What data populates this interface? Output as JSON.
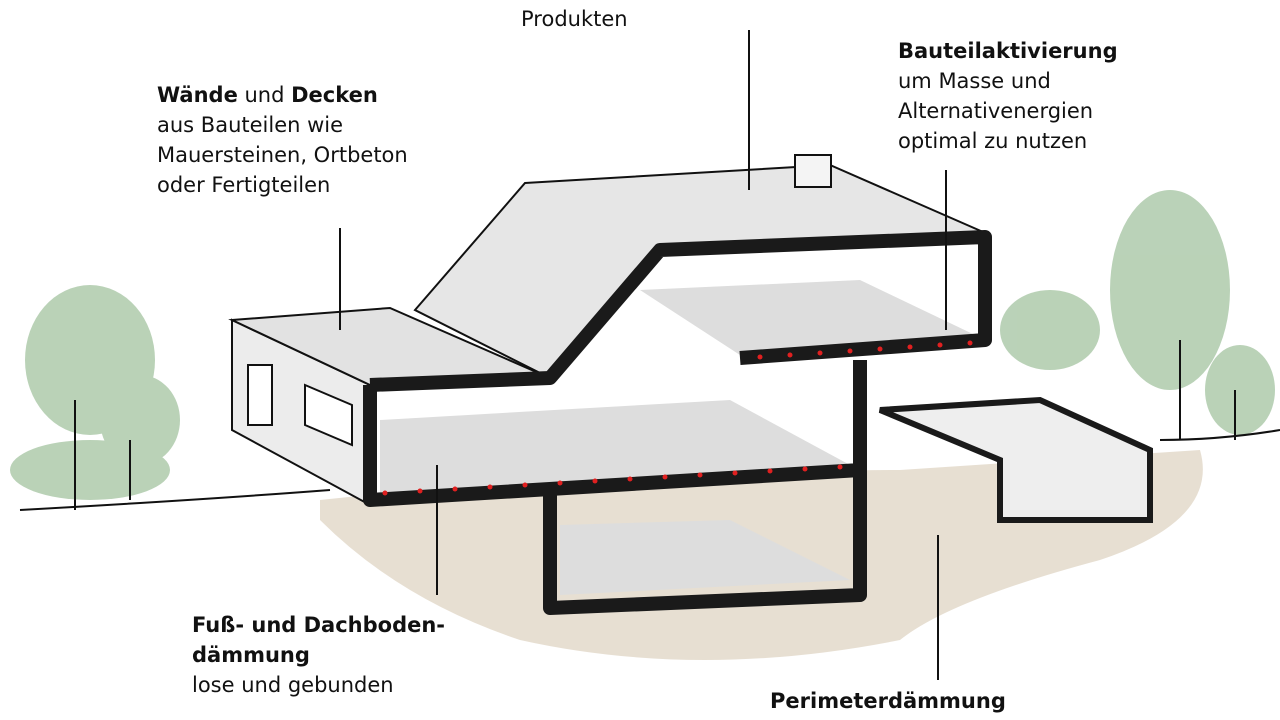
{
  "labels": {
    "top": {
      "line1": "Produkten"
    },
    "walls": {
      "bold1": "Wände",
      "mid": " und ",
      "bold2": "Decken",
      "line2": "aus Bauteilen wie",
      "line3": "Mauersteinen, Ortbeton",
      "line4": "oder Fertigteilen"
    },
    "activation": {
      "title": "Bauteilaktivierung",
      "line2": "um Masse und",
      "line3": "Alternativenergien",
      "line4": "optimal zu nutzen"
    },
    "floor": {
      "title1": "Fuß- und Dachboden-",
      "title2": "dämmung",
      "line3": "lose und gebunden"
    },
    "perimeter": {
      "title": "Perimeterdämmung"
    }
  },
  "colors": {
    "wall": "#1a1a1a",
    "heating_dots": "#e02020",
    "tree": "#9dbf9a",
    "soil": "#c9b79c",
    "surface": "#e9e9e9"
  }
}
